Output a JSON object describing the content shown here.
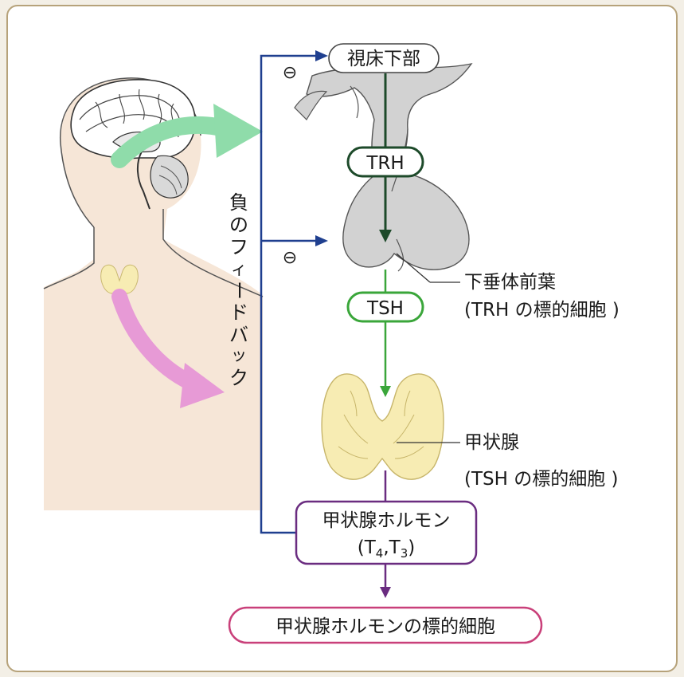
{
  "hypothalamus": "視床下部",
  "trh": "TRH",
  "tsh": "TSH",
  "anterior_pituitary": {
    "name": "下垂体前葉",
    "note": "(TRH の標的細胞 )"
  },
  "thyroid": {
    "name": "甲状腺",
    "note": "(TSH の標的細胞 )"
  },
  "hormone": {
    "line1": "甲状腺ホルモン",
    "t4_base": "T",
    "t4_sub": "4",
    "comma": ",",
    "t3_base": "T",
    "t3_sub": "3"
  },
  "target_cells": "甲状腺ホルモンの標的細胞",
  "feedback_label": [
    "負",
    "の",
    "フ",
    "ィ",
    "ー",
    "ド",
    "バ",
    "ッ",
    "ク"
  ],
  "inhibit_symbol": "⊖",
  "colors": {
    "blue": "#1f3f8f",
    "dark_green": "#1d4a2a",
    "green": "#3aa63a",
    "purple": "#6a2c80",
    "magenta": "#c9407a",
    "gray_organ": "#d2d2d2",
    "thyroid_fill": "#f7ecb3",
    "skin": "#f6e6d7",
    "green_arrow": "#8fdcaa",
    "pink_arrow": "#e79ad6"
  }
}
